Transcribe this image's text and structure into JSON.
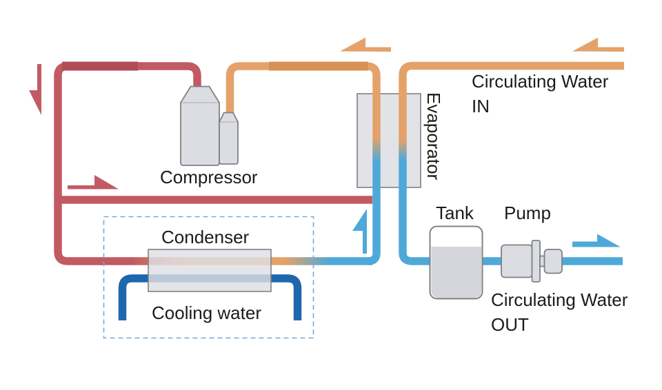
{
  "labels": {
    "compressor": "Compressor",
    "evaporator": "Evaporator",
    "condenser": "Condenser",
    "cooling_water": "Cooling water",
    "tank": "Tank",
    "pump": "Pump",
    "circulating_water_in": {
      "line1": "Circulating Water",
      "line2": "IN"
    },
    "circulating_water_out": {
      "line1": "Circulating Water",
      "line2": "OUT"
    }
  },
  "arrows": [
    {
      "name": "refrigerant-down",
      "direction": "down",
      "color_key": "pipe_red"
    },
    {
      "name": "refrigerant-right",
      "direction": "right",
      "color_key": "pipe_red"
    },
    {
      "name": "suction-to-compressor",
      "direction": "left",
      "color_key": "pipe_orange"
    },
    {
      "name": "circulating-water-in",
      "direction": "left",
      "color_key": "pipe_orange"
    },
    {
      "name": "refrigerant-up-to-evaporator",
      "direction": "up",
      "color_key": "pipe_blue"
    },
    {
      "name": "circulating-water-out",
      "direction": "right",
      "color_key": "pipe_blue"
    }
  ],
  "colors": {
    "pipe_red": "#c25a63",
    "pipe_red_dark": "#b04d57",
    "pipe_orange": "#e4a26a",
    "pipe_orange_dark": "#d79155",
    "pipe_blue": "#4ea9d9",
    "cooling_blue": "#1e67ad",
    "device_fill": "#dcdde2",
    "evaporator_fill": "#e2e3e7",
    "device_stroke": "#7e8087",
    "water_fill": "#d3d5da",
    "tank_fill": "#ffffff",
    "condenser_fill": "rgba(222,223,228,0.82)",
    "dashed_border": "#7aa7d1",
    "text": "#1b1b1b",
    "background": "#ffffff"
  }
}
